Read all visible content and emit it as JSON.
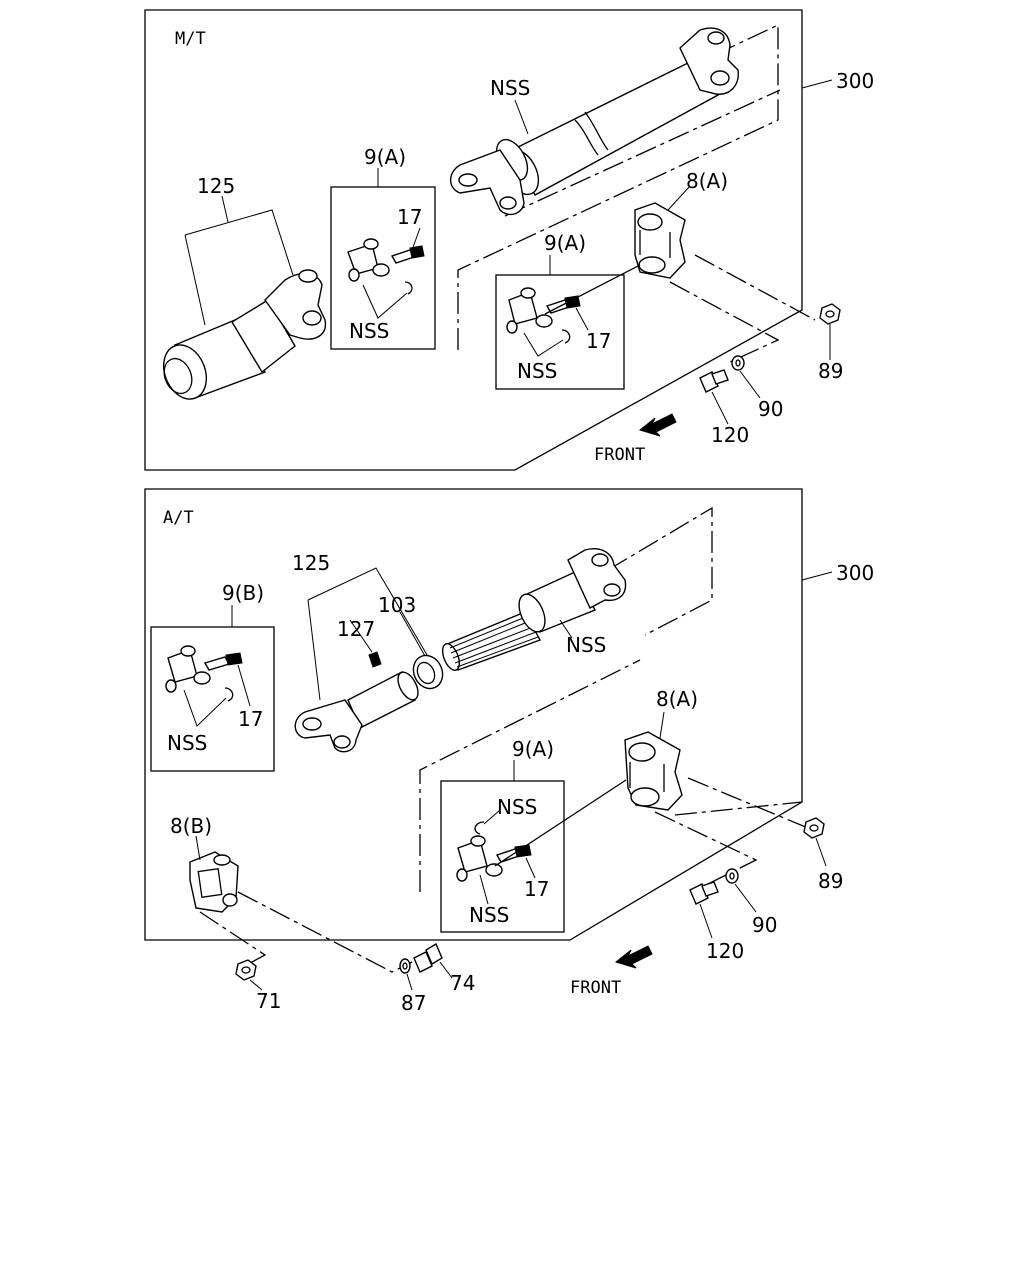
{
  "colors": {
    "line": "#000000",
    "background": "#ffffff"
  },
  "panels": {
    "mt": {
      "label": "M/T",
      "callouts": {
        "assembly": "300",
        "shaft_nss": "NSS",
        "kit_a": "9(A)",
        "kit_a_fitting": "17",
        "kit_a_nss": "NSS",
        "slip_yoke": "125",
        "flange_yoke": "8(A)",
        "kit_a2": "9(A)",
        "kit_a2_fitting": "17",
        "kit_a2_nss": "NSS",
        "nut": "89",
        "washer": "90",
        "bolt": "120",
        "front": "FRONT"
      }
    },
    "at": {
      "label": "A/T",
      "callouts": {
        "assembly": "300",
        "slip_group": "125",
        "kit_b": "9(B)",
        "kit_b_fitting": "17",
        "kit_b_nss": "NSS",
        "grease_fitting": "127",
        "seal": "103",
        "shaft_nss": "NSS",
        "flange_yoke": "8(A)",
        "kit_a": "9(A)",
        "kit_a_nss_top": "NSS",
        "kit_a_fitting": "17",
        "kit_a_nss_bottom": "NSS",
        "nut": "89",
        "washer": "90",
        "bolt": "120",
        "front": "FRONT",
        "flange_b": "8(B)",
        "nut_b": "71",
        "washer_b": "87",
        "bolt_b": "74"
      }
    }
  }
}
